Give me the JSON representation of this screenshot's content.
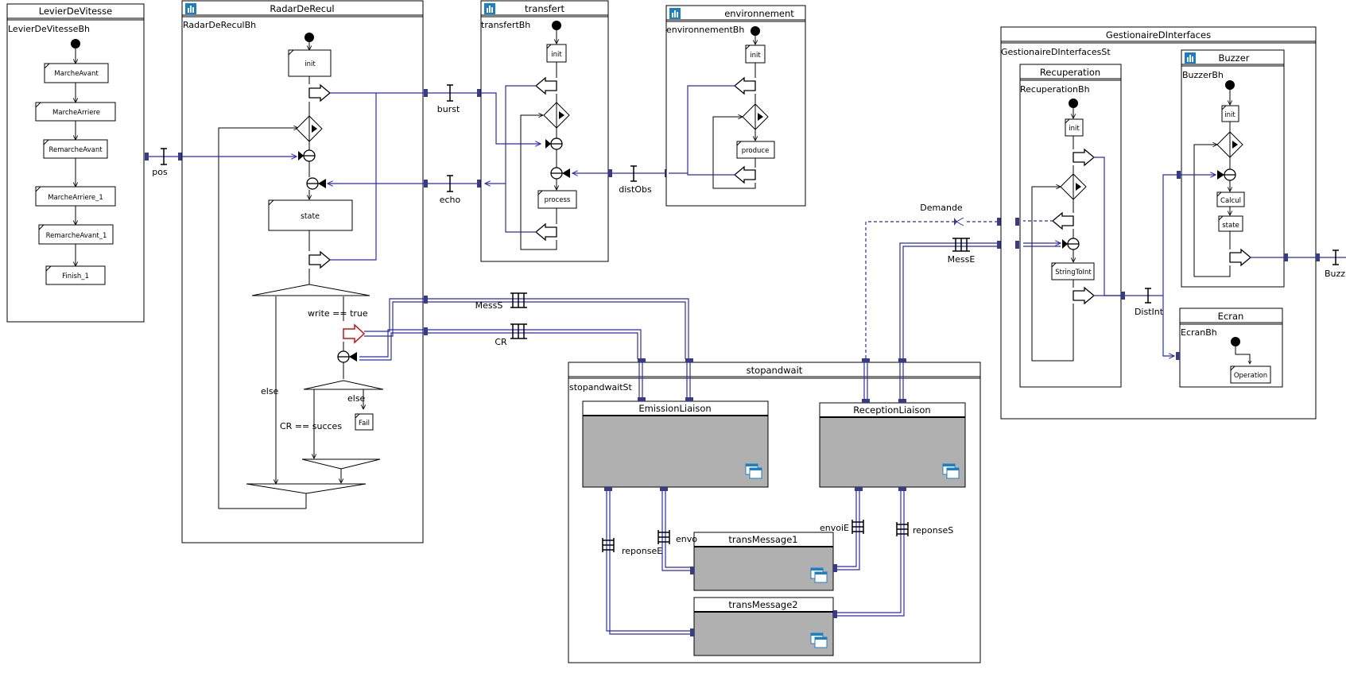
{
  "colors": {
    "link": "#2b2bb8",
    "port": "#3a3a8a",
    "grey_fill": "#b0b0b0",
    "red": "#d01010",
    "icon_blue": "#1a7fc6"
  },
  "blocks": {
    "levier": {
      "title": "LevierDeVitesse",
      "behavior": "LevierDeVitesseBh",
      "states": [
        "MarcheAvant",
        "MarcheArriere",
        "RemarcheAvant",
        "MarcheArriere_1",
        "RemarcheAvant_1",
        "Finish_1"
      ]
    },
    "radar": {
      "title": "RadarDeRecul",
      "behavior": "RadarDeReculBh",
      "init": "init",
      "state": "state",
      "guard_write": "write == true",
      "guard_else1": "else",
      "guard_else2": "else",
      "guard_cr": "CR == succes",
      "fail": "Fail"
    },
    "transfert": {
      "title": "transfert",
      "behavior": "transfertBh",
      "init": "init",
      "process": "process"
    },
    "environnement": {
      "title": "environnement",
      "behavior": "environnementBh",
      "init": "init",
      "produce": "produce"
    },
    "gestionnaire": {
      "title": "GestionaireDInterfaces",
      "structure": "GestionaireDInterfacesSt"
    },
    "recuperation": {
      "title": "Recuperation",
      "behavior": "RecuperationBh",
      "init": "init",
      "stringtoint": "StringToInt"
    },
    "buzzer": {
      "title": "Buzzer",
      "behavior": "BuzzerBh",
      "init": "init",
      "calcul": "Calcul",
      "state": "state"
    },
    "ecran": {
      "title": "Ecran",
      "behavior": "EcranBh",
      "operation": "Operation"
    },
    "stopandwait": {
      "title": "stopandwait",
      "structure": "stopandwaitSt",
      "emission": "EmissionLiaison",
      "reception": "ReceptionLiaison",
      "trans1": "transMessage1",
      "trans2": "transMessage2"
    }
  },
  "connections": {
    "pos": "pos",
    "burst": "burst",
    "echo": "echo",
    "distObs": "distObs",
    "messS": "MessS",
    "cr": "CR",
    "demande": "Demande",
    "messE": "MessE",
    "distInt": "DistInt",
    "buzz": "Buzz",
    "envoiS": "envo",
    "envoiE": "envoiE",
    "reponseE": "reponseE",
    "reponseS": "reponseS"
  }
}
